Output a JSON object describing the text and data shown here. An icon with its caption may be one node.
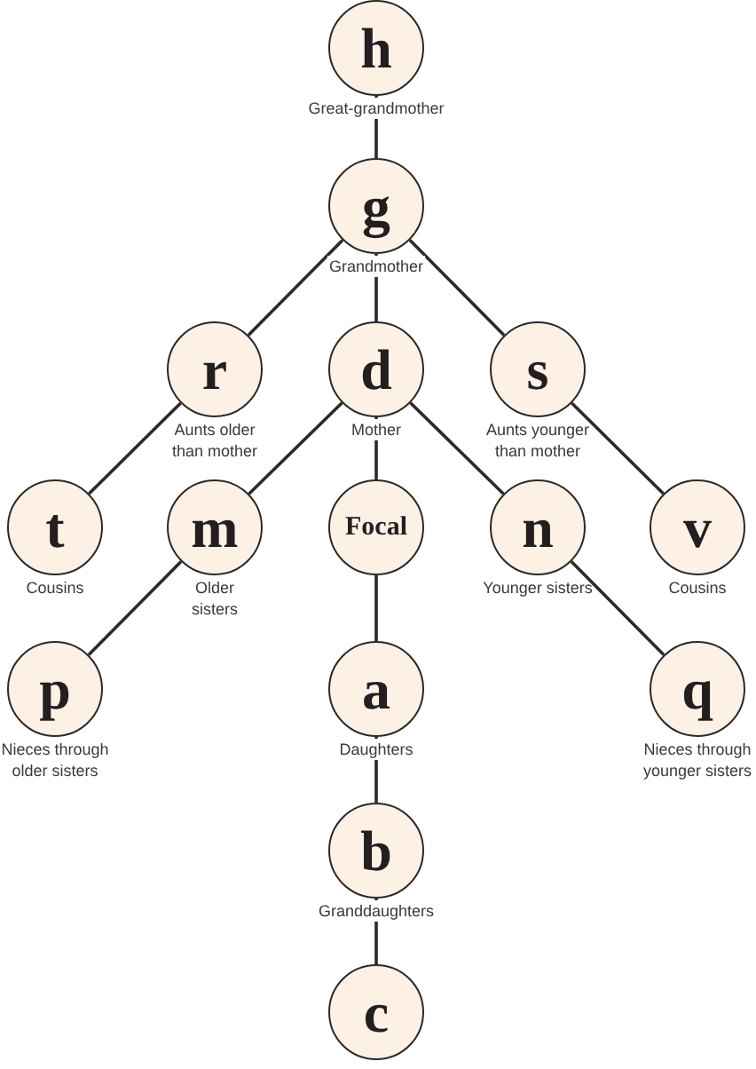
{
  "diagram": {
    "nodes": [
      {
        "text": [
          "h"
        ],
        "beside": [
          "Great-grandmother"
        ]
      },
      {
        "text": [
          "g"
        ],
        "beside": [
          "Grandmother"
        ]
      },
      {
        "text": [
          "r"
        ],
        "beside": [
          "Aunts older than mother"
        ]
      },
      {
        "text": [
          "d"
        ],
        "beside": [
          "Mother"
        ]
      },
      {
        "text": [
          "s"
        ],
        "beside": [
          "Aunts younger than mother"
        ]
      },
      {
        "text": [
          "t"
        ],
        "beside": [
          "Cousins"
        ]
      },
      {
        "text": [
          "m"
        ],
        "beside": [
          "Older sisters"
        ]
      },
      {
        "text": [
          "Focal"
        ]
      },
      {
        "text": [
          "n"
        ],
        "beside": [
          "Younger sisters"
        ]
      },
      {
        "text": [
          "v"
        ],
        "beside": [
          "Cousins"
        ]
      },
      {
        "text": [
          "p"
        ],
        "beside": [
          "Nieces through older sisters"
        ]
      },
      {
        "text": [
          "a"
        ],
        "beside": [
          "Daughters"
        ]
      },
      {
        "text": [
          "q"
        ],
        "beside": [
          "Nieces through younger sisters"
        ]
      },
      {
        "text": [
          "b"
        ],
        "beside": [
          "Granddaughters"
        ]
      },
      {
        "text": [
          "c"
        ]
      }
    ],
    "edges": [
      {
        "from": 0,
        "to": 1,
        "arrow": "none"
      },
      {
        "from": 1,
        "to": 2,
        "arrow": "none"
      },
      {
        "from": 1,
        "to": 3,
        "arrow": "none"
      },
      {
        "from": 1,
        "to": 4,
        "arrow": "none"
      },
      {
        "from": 2,
        "to": 5,
        "arrow": "none"
      },
      {
        "from": 3,
        "to": 6,
        "arrow": "none"
      },
      {
        "from": 3,
        "to": 7,
        "arrow": "none"
      },
      {
        "from": 3,
        "to": 8,
        "arrow": "none"
      },
      {
        "from": 4,
        "to": 9,
        "arrow": "none"
      },
      {
        "from": 6,
        "to": 10,
        "arrow": "none"
      },
      {
        "from": 7,
        "to": 11,
        "arrow": "none"
      },
      {
        "from": 8,
        "to": 12,
        "arrow": "none"
      },
      {
        "from": 11,
        "to": 13,
        "arrow": "none"
      },
      {
        "from": 13,
        "to": 14,
        "arrow": "none"
      }
    ]
  }
}
